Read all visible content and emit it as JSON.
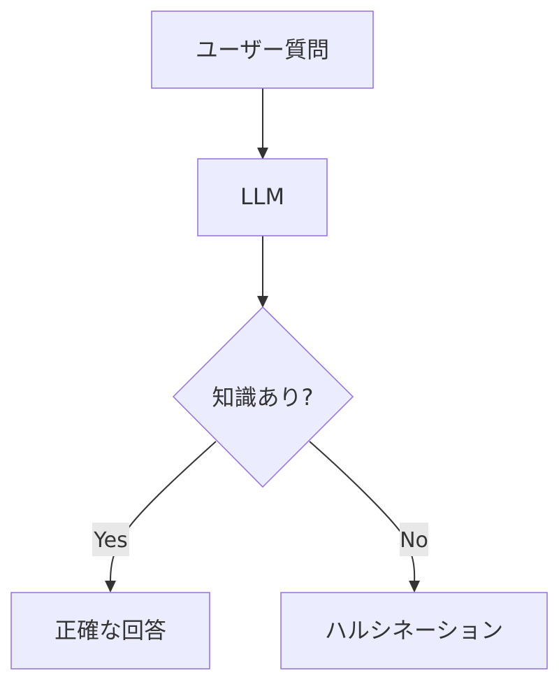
{
  "diagram": {
    "nodes": {
      "question": {
        "label": "ユーザー質問",
        "shape": "rectangle"
      },
      "llm": {
        "label": "LLM",
        "shape": "rectangle"
      },
      "decision": {
        "label": "知識あり?",
        "shape": "diamond"
      },
      "correct": {
        "label": "正確な回答",
        "shape": "rectangle"
      },
      "hallucination": {
        "label": "ハルシネーション",
        "shape": "rectangle"
      }
    },
    "edges": [
      {
        "from": "question",
        "to": "llm",
        "label": ""
      },
      {
        "from": "llm",
        "to": "decision",
        "label": ""
      },
      {
        "from": "decision",
        "to": "correct",
        "label": "Yes"
      },
      {
        "from": "decision",
        "to": "hallucination",
        "label": "No"
      }
    ],
    "colors": {
      "node_fill": "#ECECFF",
      "node_stroke": "#9370DB",
      "edge": "#333333",
      "text": "#333333",
      "edge_label_bg": "#E8E8E8"
    }
  }
}
